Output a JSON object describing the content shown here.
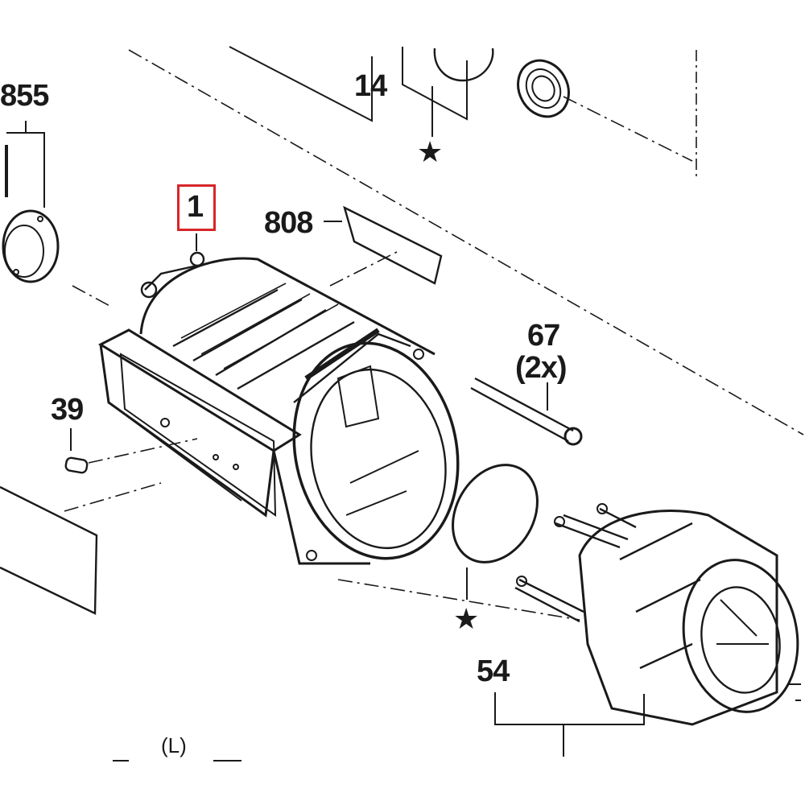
{
  "highlight_color": "#d6262a",
  "line_color": "#1a1a1a",
  "parts": {
    "p855": "855",
    "p14": "14",
    "p1": "1",
    "p808": "808",
    "p67": "67",
    "p67_qty": "(2x)",
    "p39": "39",
    "p54": "54",
    "star": "★",
    "lbl_L": "(L)"
  },
  "highlighted_part": "1"
}
